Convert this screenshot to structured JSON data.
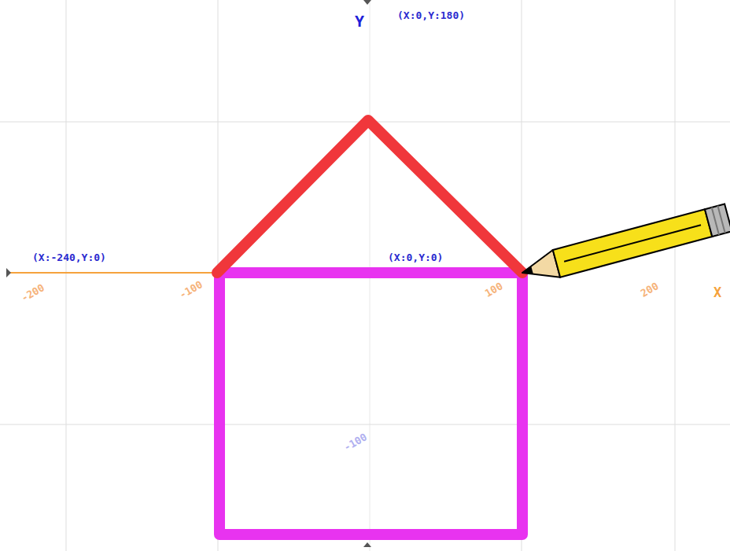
{
  "diagram": {
    "labels": [
      "Y",
      "(X:0,Y:180)",
      "(X:-240,Y:0)",
      "(X:0,Y:0)",
      "-200",
      "-100",
      "100",
      "200",
      "X",
      "-100"
    ]
  }
}
